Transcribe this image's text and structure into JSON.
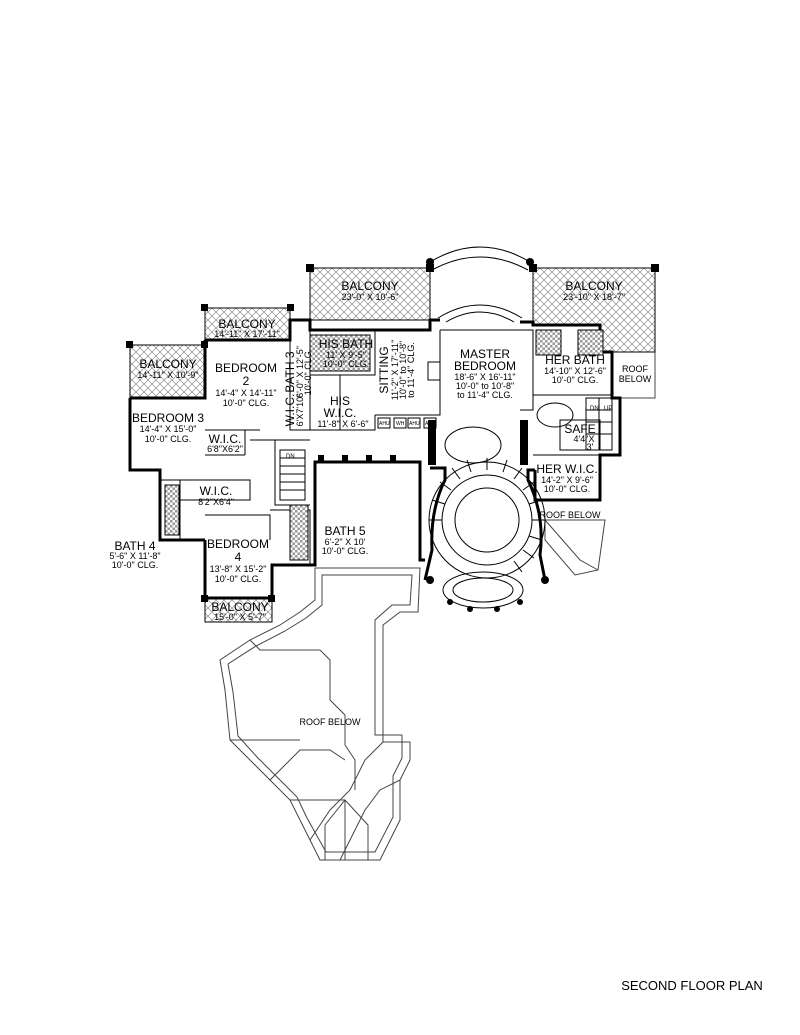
{
  "title": "SECOND FLOOR PLAN",
  "rooms": {
    "balcony_top": {
      "name": "BALCONY",
      "size": "23'-0\" X 10'-6\""
    },
    "balcony_right": {
      "name": "BALCONY",
      "size": "23'-10\" X 18'-7\""
    },
    "balcony_b2": {
      "name": "BALCONY",
      "size": "14'-11\" X 17'-11\""
    },
    "balcony_b3": {
      "name": "BALCONY",
      "size": "14'-11\" X 10'-9\""
    },
    "balcony_b4": {
      "name": "BALCONY",
      "size": "15'-0\" X 5'-7\""
    },
    "bedroom2": {
      "name": "BEDROOM",
      "num": "2",
      "size": "14'-4\" X 14'-11\"",
      "clg": "10'-0\" CLG."
    },
    "bedroom3": {
      "name": "BEDROOM 3",
      "size": "14'-4\" X 15'-0\"",
      "clg": "10'-0\" CLG."
    },
    "bedroom4": {
      "name": "BEDROOM",
      "num": "4",
      "size": "13'-8\" X 15'-2\"",
      "clg": "10'-0\" CLG."
    },
    "bath3": {
      "name": "BATH 3",
      "size": "6'-0\" X 12'-5\"",
      "clg": "10'-0\" CLG."
    },
    "wic_b2": {
      "name": "W.I.C.",
      "size": "6'X7'10\""
    },
    "wic_b3": {
      "name": "W.I.C.",
      "size": "6'8\"X6'2\""
    },
    "wic_b4": {
      "name": "W.I.C.",
      "size": "8'2\"X6'4\""
    },
    "bath4": {
      "name": "BATH 4",
      "size": "5'-6\" X 11'-8\"",
      "clg": "10'-0\" CLG."
    },
    "bath5": {
      "name": "BATH 5",
      "size": "6'-2\" X 10'",
      "clg": "10'-0\" CLG."
    },
    "his_bath": {
      "name": "HIS BATH",
      "size": "11' X 9'-5\"",
      "clg": "10'-0\" CLG."
    },
    "his_wic": {
      "name": "HIS",
      "name2": "W.I.C.",
      "size": "11'-8\" X 6'-6\""
    },
    "sitting": {
      "name": "SITTING",
      "size": "11'-2\" X 17'-11\"",
      "clg1": "10'-0\" to 10'-8\"",
      "clg2": "to 11'-4\" CLG."
    },
    "master": {
      "name": "MASTER",
      "name2": "BEDROOM",
      "size": "18'-6\" X 16'-11\"",
      "clg1": "10'-0\" to 10'-8\"",
      "clg2": "to 11'-4\" CLG."
    },
    "her_bath": {
      "name": "HER BATH",
      "size": "14'-10\" X 12'-6\"",
      "clg": "10'-0\" CLG."
    },
    "safe": {
      "name": "SAFE",
      "size1": "4'4\"X",
      "size2": "3'"
    },
    "her_wic": {
      "name": "HER W.I.C.",
      "size": "14'-2\" X 9'-6\"",
      "clg": "10'-0\" CLG."
    }
  },
  "notes": {
    "roof_below_right": "ROOF",
    "roof_below_right2": "BELOW",
    "roof_below_mid": "ROOF BELOW",
    "roof_below_main": "ROOF BELOW",
    "dn": "DN",
    "up": "UP",
    "ahu": "AHU",
    "wh": "WH"
  }
}
